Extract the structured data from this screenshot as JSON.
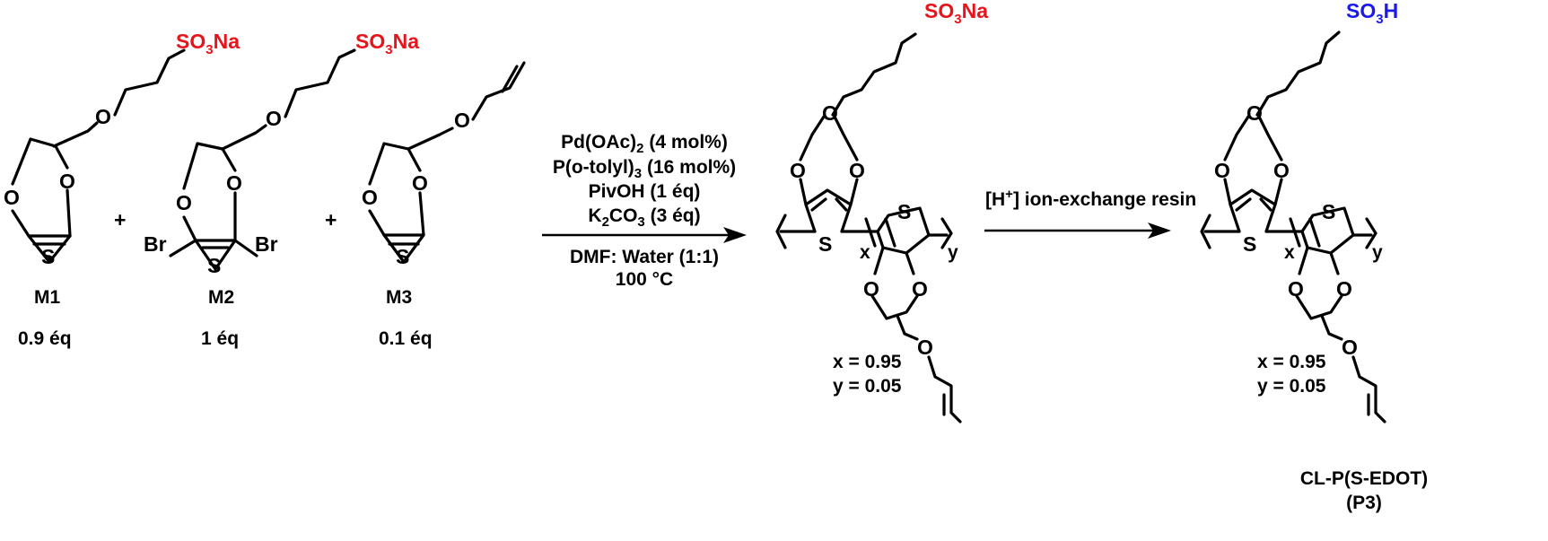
{
  "monomers": [
    {
      "name": "M1",
      "amount": "0.9 éq",
      "group": "SO3Na"
    },
    {
      "name": "M2",
      "amount": "1 éq",
      "group": "SO3Na",
      "halogen": "Br"
    },
    {
      "name": "M3",
      "amount": "0.1 éq"
    }
  ],
  "atoms": {
    "oxygen": "O",
    "sulfur": "S",
    "bromine": "Br",
    "plus": "+"
  },
  "conditions": {
    "catalyst": "Pd(OAc)2 (4 mol%)",
    "ligand": "P(o-tolyl)3 (16 mol%)",
    "acid": "PivOH (1 éq)",
    "base": "K2CO3 (3 éq)",
    "solvent": "DMF: Water (1:1)",
    "temperature": "100 °C"
  },
  "exchange": {
    "label": "[H+] ion-exchange resin"
  },
  "polymer": {
    "x_label": "x",
    "y_label": "y",
    "x_value": "x = 0.95",
    "y_value": "y = 0.05",
    "intermediate_group": "SO3Na",
    "final_group": "SO3H"
  },
  "product": {
    "name": "CL-P(S-EDOT)",
    "code": "(P3)"
  },
  "colors": {
    "sodium_salt": "#e8141b",
    "acid_form": "#1a1aeb",
    "bonds": "#000000"
  }
}
